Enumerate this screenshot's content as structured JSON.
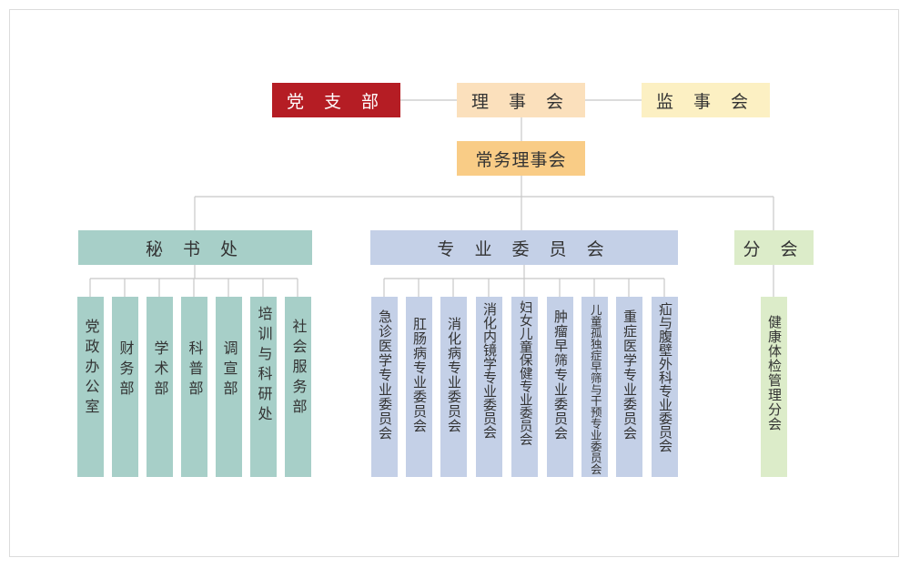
{
  "top": {
    "party_branch": "党 支 部",
    "council": "理 事 会",
    "supervisory": "监 事 会",
    "standing_council": "常务理事会"
  },
  "secretariat": {
    "label": "秘 书 处",
    "items": [
      "党政办公室",
      "财务部",
      "学术部",
      "科普部",
      "调宣部",
      "培训与科研处",
      "社会服务部"
    ]
  },
  "committees": {
    "label": "专 业 委 员 会",
    "items": [
      "急诊医学专业委员会",
      "肛肠病专业委员会",
      "消化病专业委员会",
      "消化内镜学专业委员会",
      "妇女儿童保健专业委员会",
      "肿瘤早筛专业委员会",
      "儿童孤独症早筛与干预专业委员会",
      "重症医学专业委员会",
      "疝与腹壁外科专业委员会"
    ]
  },
  "branches": {
    "label": "分 会",
    "items": [
      "健康体检管理分会"
    ]
  },
  "colors": {
    "party": "#b51d24",
    "council": "#fbe0bc",
    "supervisory": "#fcf0c3",
    "standing": "#f9cc86",
    "secretariat": "#a7cfc8",
    "committees": "#c4d0e7",
    "branches": "#dcecc9"
  }
}
